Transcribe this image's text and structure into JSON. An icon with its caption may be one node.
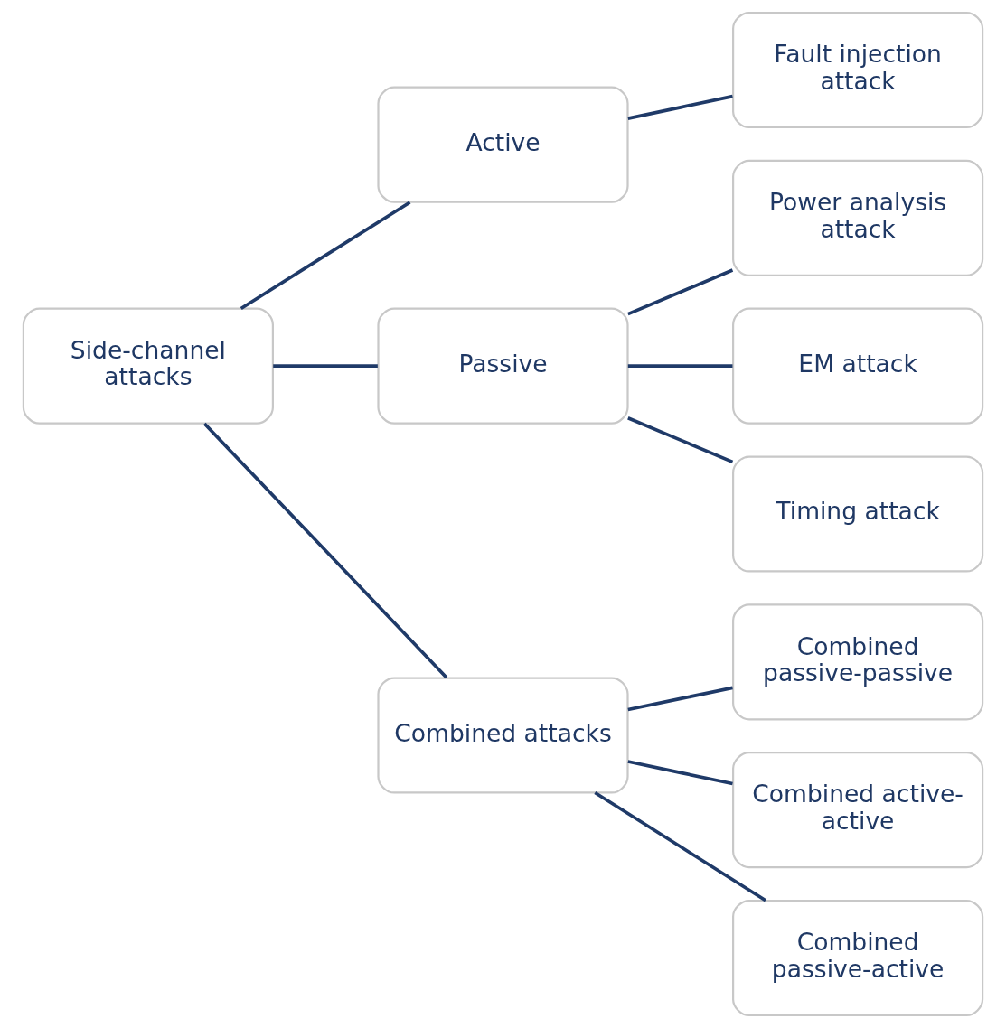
{
  "diagram": {
    "nodes": [
      {
        "text": [
          "Side-channel attacks"
        ]
      },
      {
        "text": [
          "Active"
        ]
      },
      {
        "text": [
          "Passive"
        ]
      },
      {
        "text": [
          "Combined attacks"
        ]
      },
      {
        "text": [
          "Fault injection attack"
        ]
      },
      {
        "text": [
          "Power analysis attack"
        ]
      },
      {
        "text": [
          "EM attack"
        ]
      },
      {
        "text": [
          "Timing attack"
        ]
      },
      {
        "text": [
          "Combined passive-passive"
        ]
      },
      {
        "text": [
          "Combined active-active"
        ]
      },
      {
        "text": [
          "Combined passive-active"
        ]
      }
    ],
    "edges": [
      {
        "from": 0,
        "to": 1,
        "arrow": "none"
      },
      {
        "from": 0,
        "to": 2,
        "arrow": "none"
      },
      {
        "from": 0,
        "to": 3,
        "arrow": "none"
      },
      {
        "from": 1,
        "to": 4,
        "arrow": "none"
      },
      {
        "from": 2,
        "to": 5,
        "arrow": "none"
      },
      {
        "from": 2,
        "to": 6,
        "arrow": "none"
      },
      {
        "from": 2,
        "to": 7,
        "arrow": "none"
      },
      {
        "from": 3,
        "to": 8,
        "arrow": "none"
      },
      {
        "from": 3,
        "to": 9,
        "arrow": "none"
      },
      {
        "from": 3,
        "to": 10,
        "arrow": "none"
      }
    ]
  }
}
